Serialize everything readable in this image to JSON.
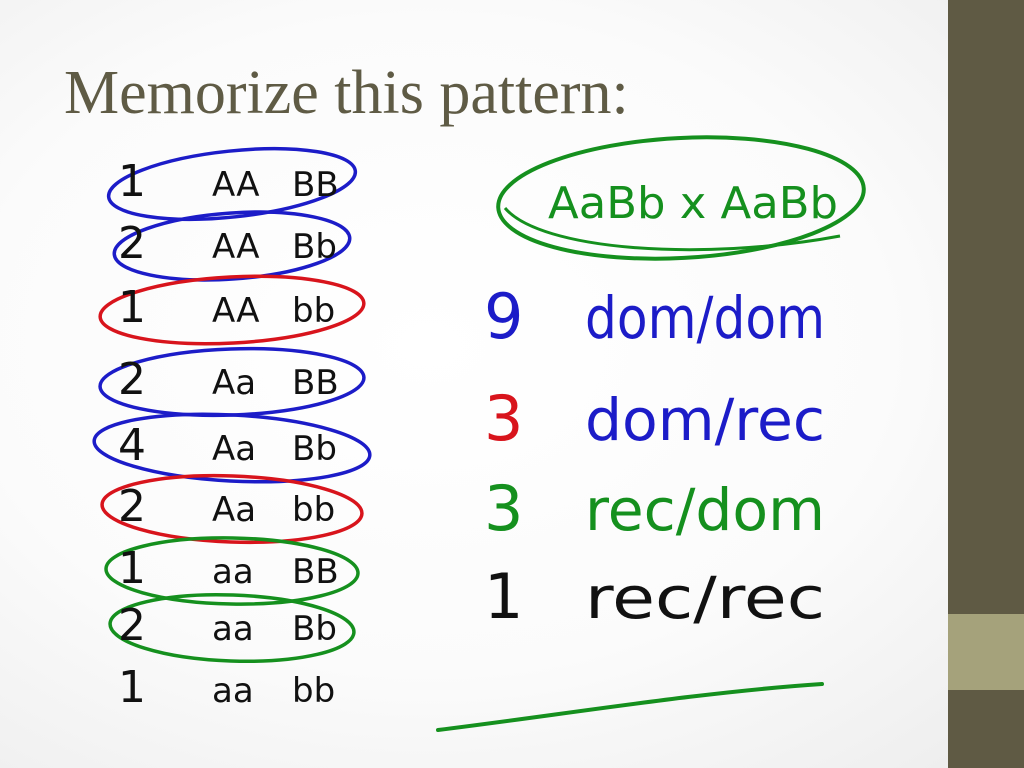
{
  "slide": {
    "title": "Memorize this pattern:"
  },
  "cross": "AaBb x AaBb",
  "genotypes": [
    {
      "count": "1",
      "a_pair": "AA",
      "b_pair": "BB",
      "loop_color": "#1c1cc8"
    },
    {
      "count": "2",
      "a_pair": "AA",
      "b_pair": "Bb",
      "loop_color": "#1c1cc8"
    },
    {
      "count": "1",
      "a_pair": "AA",
      "b_pair": "bb",
      "loop_color": "#d8141c"
    },
    {
      "count": "2",
      "a_pair": "Aa",
      "b_pair": "BB",
      "loop_color": "#1c1cc8"
    },
    {
      "count": "4",
      "a_pair": "Aa",
      "b_pair": "Bb",
      "loop_color": "#1c1cc8"
    },
    {
      "count": "2",
      "a_pair": "Aa",
      "b_pair": "bb",
      "loop_color": "#d8141c"
    },
    {
      "count": "1",
      "a_pair": "aa",
      "b_pair": "BB",
      "loop_color": "#15901e"
    },
    {
      "count": "2",
      "a_pair": "aa",
      "b_pair": "Bb",
      "loop_color": "#15901e"
    },
    {
      "count": "1",
      "a_pair": "aa",
      "b_pair": "bb",
      "loop_color": "none"
    }
  ],
  "phenotypes": [
    {
      "count": "9",
      "label": "dom/dom",
      "count_color": "#1c1cc8",
      "label_color": "#1c1cc8"
    },
    {
      "count": "3",
      "label": "dom/rec",
      "count_color": "#d8141c",
      "label_color": "#1c1cc8"
    },
    {
      "count": "3",
      "label": "rec/dom",
      "count_color": "#15901e",
      "label_color": "#15901e"
    },
    {
      "count": "1",
      "label": "rec/rec",
      "count_color": "#111111",
      "label_color": "#111111"
    }
  ],
  "colors": {
    "blue": "#1c1cc8",
    "red": "#d8141c",
    "green": "#15901e",
    "black": "#111111",
    "title": "#5f5b45",
    "sidebar": "#5f5a44",
    "sidebar_accent": "#a5a27b"
  }
}
